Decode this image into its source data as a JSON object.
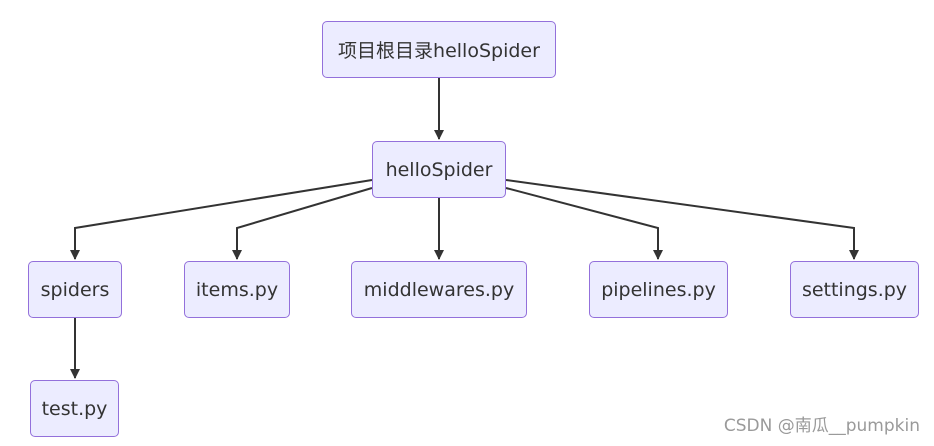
{
  "diagram": {
    "nodes": {
      "root": "项目根目录helloSpider",
      "pkg": "helloSpider",
      "spiders": "spiders",
      "items": "items.py",
      "middlewares": "middlewares.py",
      "pipelines": "pipelines.py",
      "settings": "settings.py",
      "test": "test.py"
    },
    "edges": [
      [
        "root",
        "pkg"
      ],
      [
        "pkg",
        "spiders"
      ],
      [
        "pkg",
        "items"
      ],
      [
        "pkg",
        "middlewares"
      ],
      [
        "pkg",
        "pipelines"
      ],
      [
        "pkg",
        "settings"
      ],
      [
        "spiders",
        "test"
      ]
    ]
  },
  "colors": {
    "node_fill": "#ECECFF",
    "node_border": "#9370DB",
    "edge": "#333333",
    "watermark": "#9a9a9a"
  },
  "watermark": "CSDN @南瓜__pumpkin"
}
